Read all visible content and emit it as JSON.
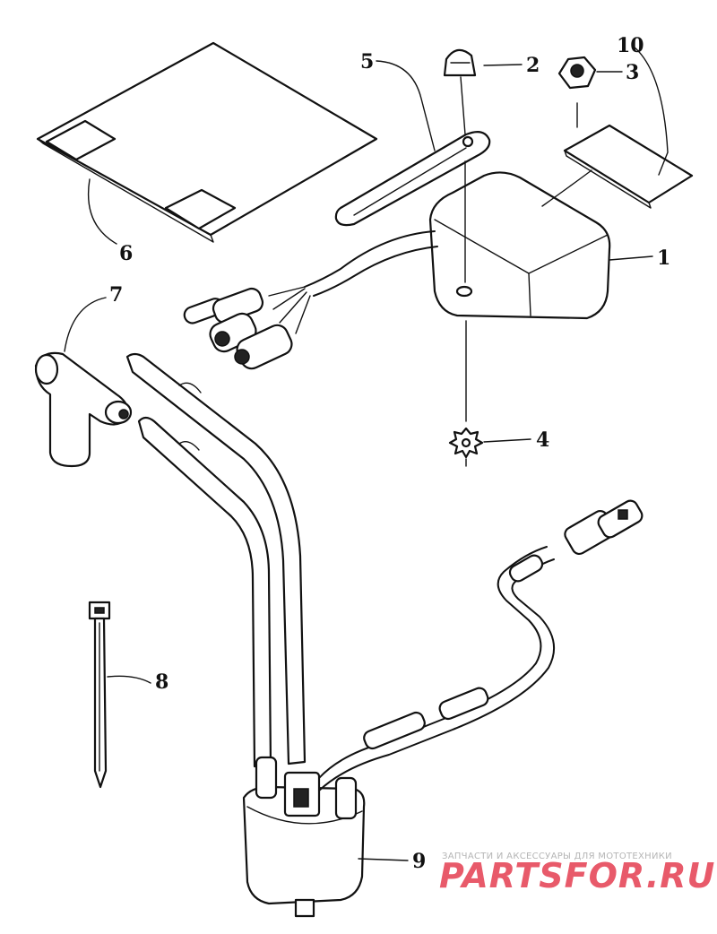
{
  "callouts": {
    "c1": "1",
    "c2": "2",
    "c3": "3",
    "c4": "4",
    "c5": "5",
    "c6": "6",
    "c7": "7",
    "c8": "8",
    "c9": "9",
    "c10": "10"
  },
  "watermark": {
    "tagline": "ЗАПЧАСТИ И АКСЕССУАРЫ ДЛЯ МОТОТЕХНИКИ",
    "brand_part1": "PARTS",
    "brand_part2": "FOR.RU",
    "colors": {
      "primary": "#e85a6a",
      "secondary": "#f4b7bd",
      "tagline": "#b5b5b5"
    }
  }
}
